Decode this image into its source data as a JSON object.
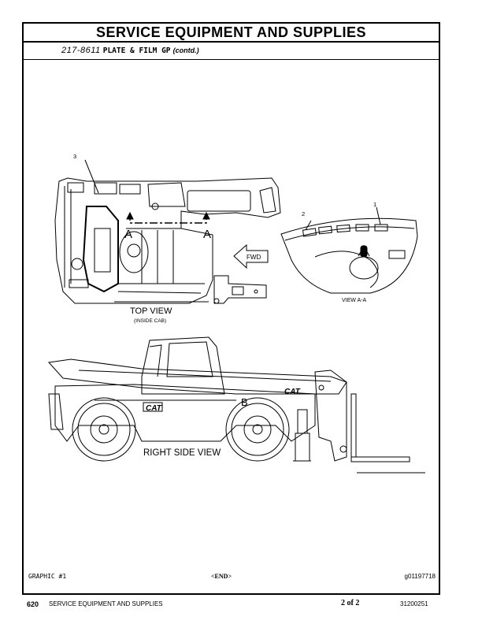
{
  "header": {
    "title": "SERVICE EQUIPMENT AND SUPPLIES",
    "part_number": "217-8611",
    "part_name": "PLATE & FILM GP",
    "contd": "(contd.)"
  },
  "figure": {
    "callout_3": "3",
    "callout_2": "2",
    "callout_1": "1",
    "section_a_left": "A",
    "section_a_right": "A",
    "fwd": "FWD",
    "view_aa": "VIEW A-A",
    "top_view": "TOP VIEW",
    "inside_cab": "(INSIDE CAB)",
    "cat_logo_1": "CAT",
    "cat_logo_2": "CAT",
    "callout_b": "B",
    "right_side_view": "RIGHT SIDE VIEW"
  },
  "bottom": {
    "graphic": "GRAPHIC #1",
    "end": "<END>",
    "graphic_id": "g01197718"
  },
  "footer": {
    "page": "620",
    "section": "SERVICE EQUIPMENT AND SUPPLIES",
    "page_of": "2 of 2",
    "doc_id": "31200251"
  }
}
